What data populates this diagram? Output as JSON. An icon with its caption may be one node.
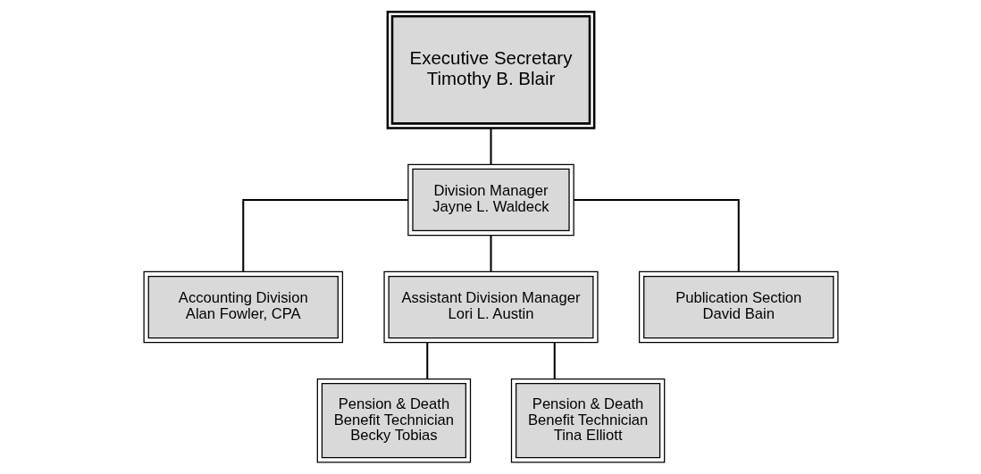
{
  "diagram": {
    "nodes": [
      {
        "text": [
          "Executive Secretary",
          "Timothy B. Blair"
        ]
      },
      {
        "text": [
          "Division Manager",
          "Jayne L. Waldeck"
        ]
      },
      {
        "text": [
          "Accounting Division",
          "Alan Fowler, CPA"
        ]
      },
      {
        "text": [
          "Assistant Division Manager",
          "Lori L. Austin"
        ]
      },
      {
        "text": [
          "Publication Section",
          "David Bain"
        ]
      },
      {
        "text": [
          "Pension & Death Benefit Technician",
          "Becky Tobias"
        ]
      },
      {
        "text": [
          "Pension & Death Benefit Technician",
          "Tina Elliott"
        ]
      }
    ],
    "edges": [
      {
        "from": 0,
        "to": 1,
        "arrow": "none"
      },
      {
        "from": 1,
        "to": 2,
        "arrow": "none"
      },
      {
        "from": 1,
        "to": 3,
        "arrow": "none"
      },
      {
        "from": 1,
        "to": 4,
        "arrow": "none"
      },
      {
        "from": 3,
        "to": 5,
        "arrow": "none"
      },
      {
        "from": 3,
        "to": 6,
        "arrow": "none"
      }
    ]
  }
}
